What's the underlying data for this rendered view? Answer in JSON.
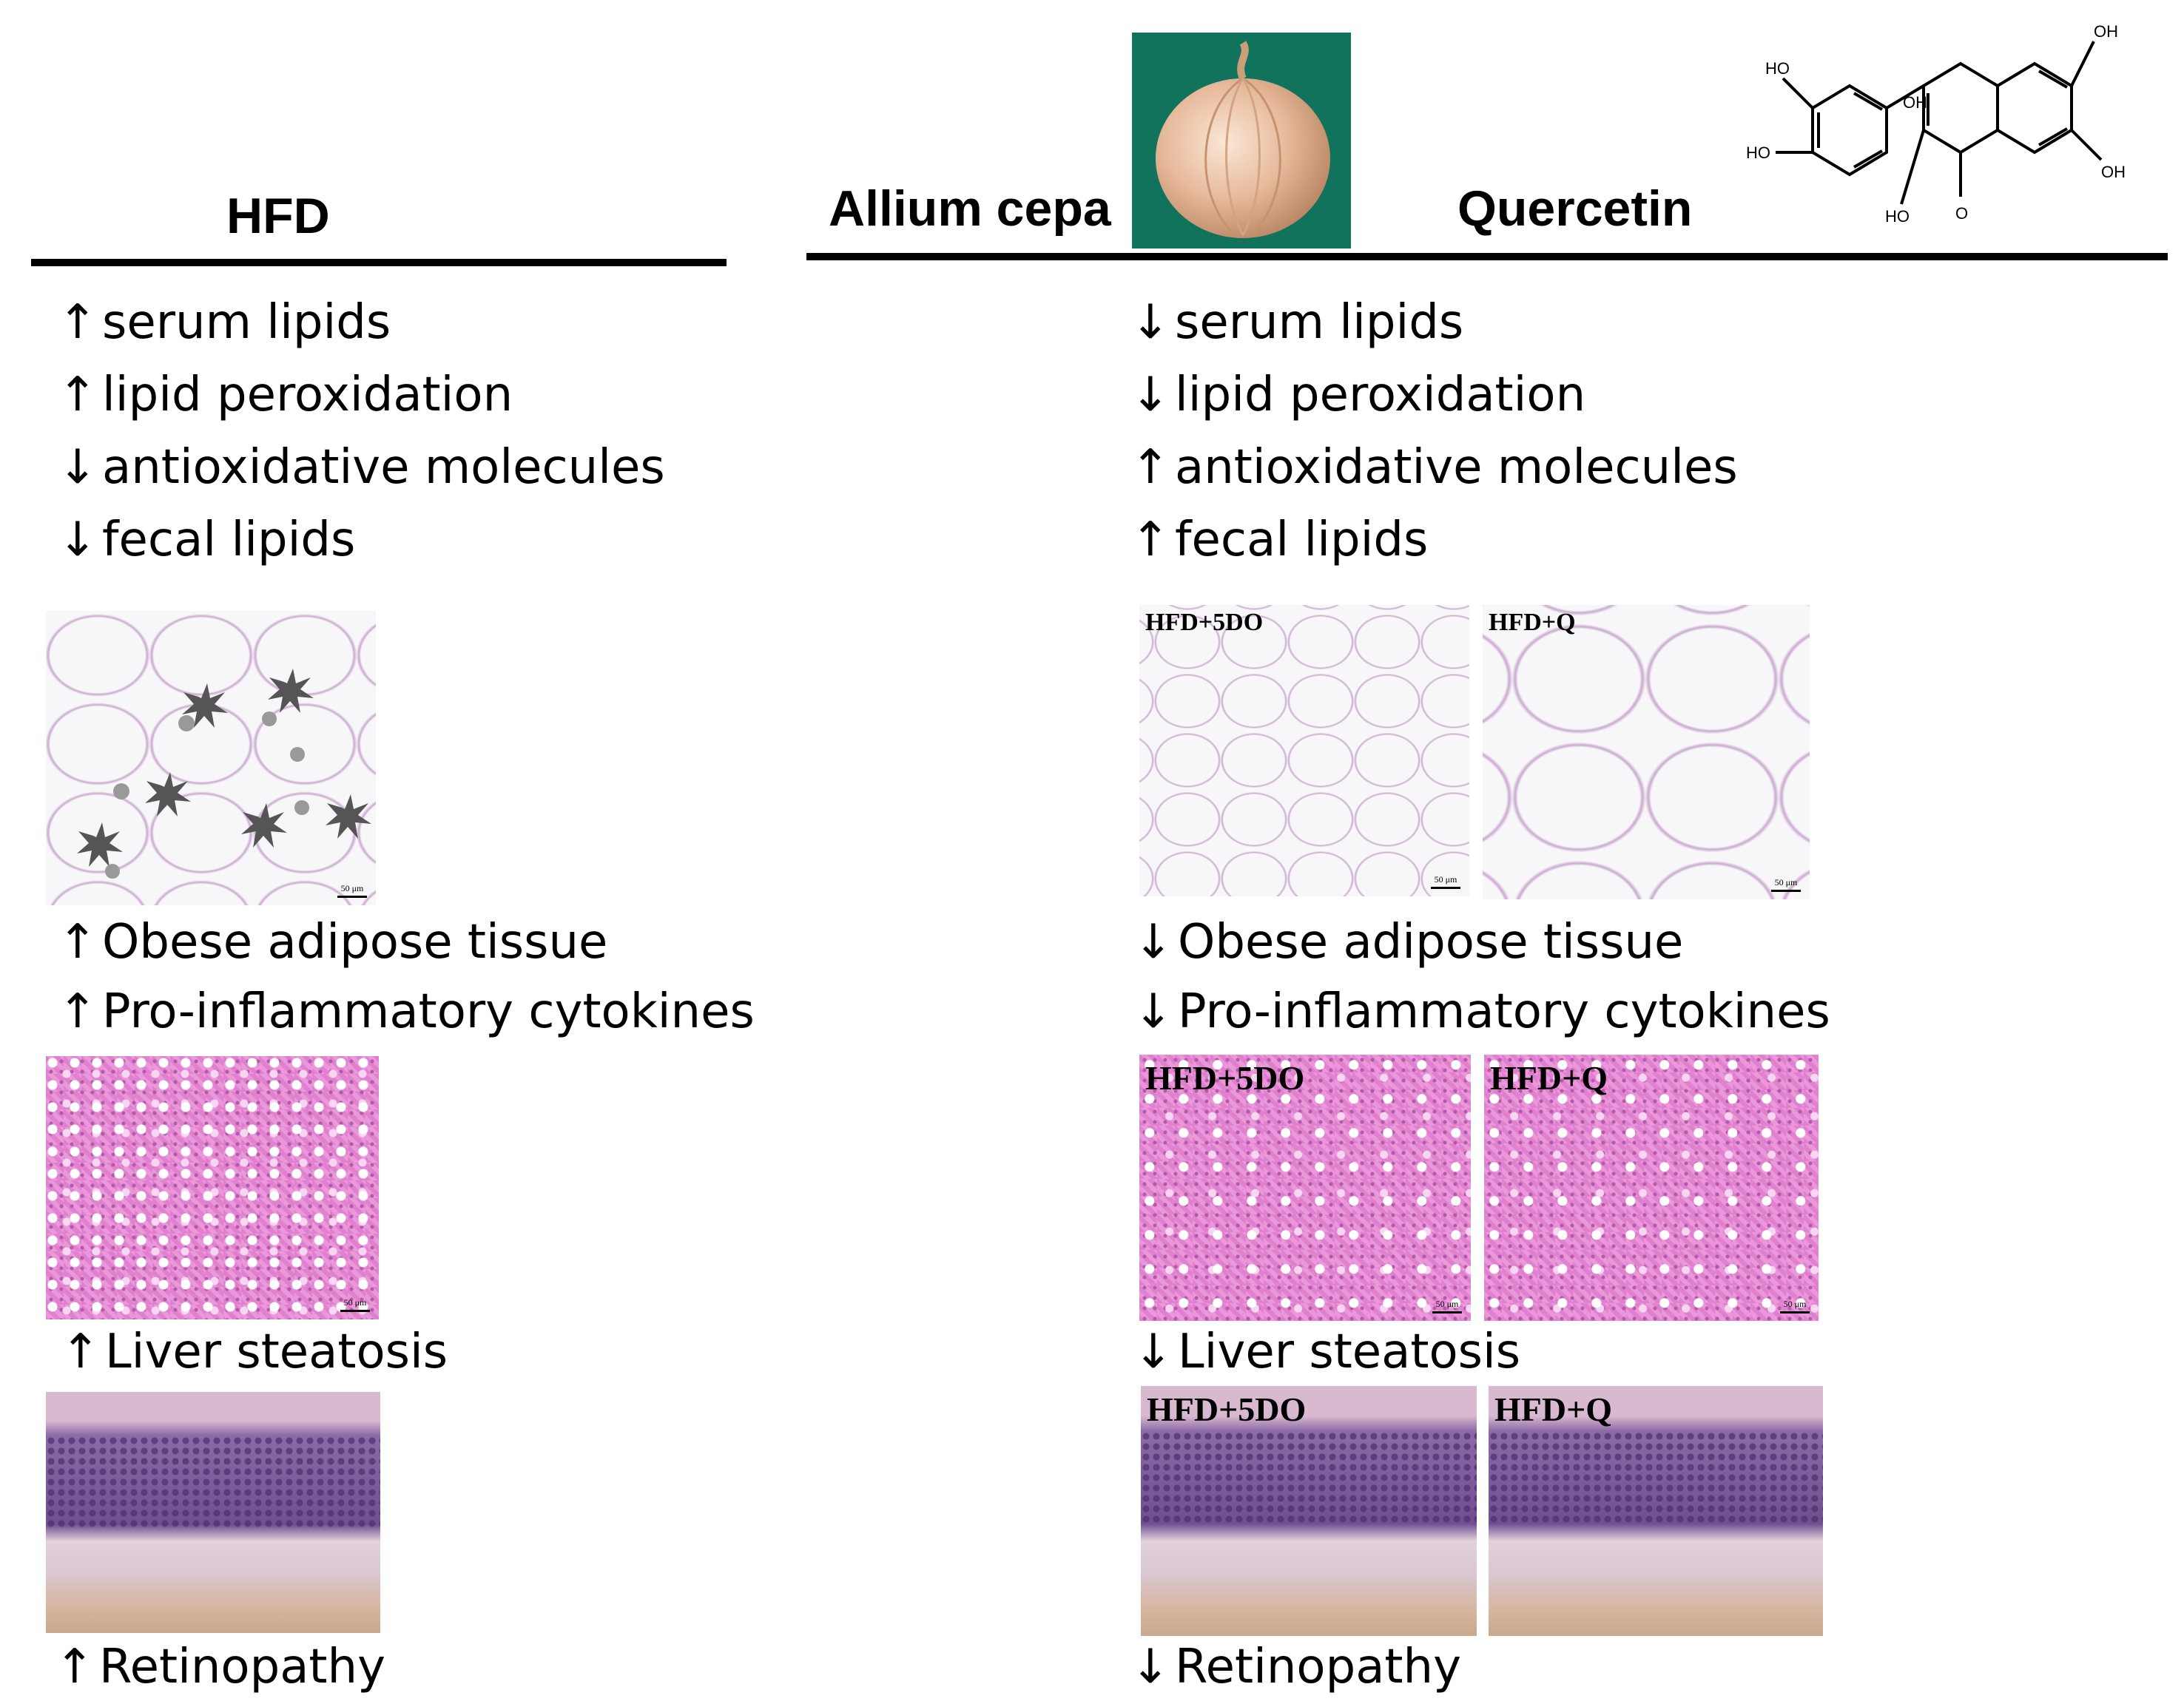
{
  "left_column": {
    "header": "HFD",
    "effects": [
      {
        "arrow": "↑",
        "text": "serum lipids"
      },
      {
        "arrow": "↑",
        "text": "lipid peroxidation"
      },
      {
        "arrow": "↓",
        "text": "antioxidative molecules"
      },
      {
        "arrow": "↓",
        "text": "fecal lipids"
      }
    ],
    "adipose": {
      "arrow": "↑",
      "text": "Obese adipose tissue",
      "scale": "50 μm"
    },
    "cytokines": {
      "arrow": "↑",
      "text": "Pro-inflammatory cytokines"
    },
    "liver": {
      "arrow": "↑",
      "text": "Liver steatosis",
      "scale": "50 μm"
    },
    "retina": {
      "arrow": "↑",
      "text": "Retinopathy"
    }
  },
  "right_column": {
    "header_left": "Allium cepa",
    "header_right": "Quercetin",
    "molecule_labels": [
      "HO",
      "HO",
      "HO",
      "OH",
      "OH",
      "OH",
      "O"
    ],
    "effects": [
      {
        "arrow": "↓",
        "text": "serum lipids"
      },
      {
        "arrow": "↓",
        "text": "lipid peroxidation"
      },
      {
        "arrow": "↑",
        "text": "antioxidative molecules"
      },
      {
        "arrow": "↑",
        "text": "fecal lipids"
      }
    ],
    "panel_labels": {
      "a": "HFD+5DO",
      "b": "HFD+Q"
    },
    "scale": "50 μm",
    "adipose": {
      "arrow": "↓",
      "text": "Obese adipose tissue"
    },
    "cytokines": {
      "arrow": "↓",
      "text": "Pro-inflammatory cytokines"
    },
    "liver": {
      "arrow": "↓",
      "text": "Liver steatosis"
    },
    "retina": {
      "arrow": "↓",
      "text": "Retinopathy"
    }
  }
}
